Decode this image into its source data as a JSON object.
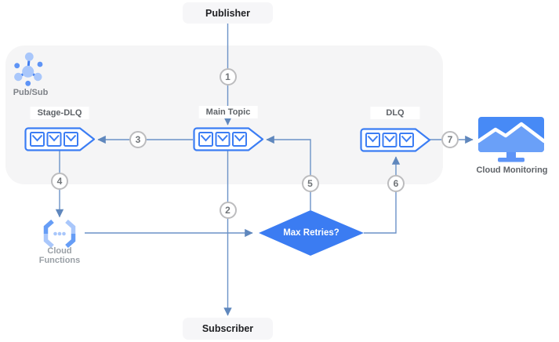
{
  "diagram": {
    "nodes": {
      "publisher": {
        "label": "Publisher"
      },
      "subscriber": {
        "label": "Subscriber"
      },
      "pubsub": {
        "label": "Pub/Sub"
      },
      "stage_dlq": {
        "label": "Stage-DLQ"
      },
      "main_topic": {
        "label": "Main Topic"
      },
      "dlq": {
        "label": "DLQ"
      },
      "cloud_functions": {
        "label_line1": "Cloud",
        "label_line2": "Functions"
      },
      "cloud_monitoring": {
        "label": "Cloud Monitoring"
      },
      "decision": {
        "label": "Max Retries?"
      }
    },
    "steps": [
      "1",
      "2",
      "3",
      "4",
      "5",
      "6",
      "7"
    ],
    "colors": {
      "queue_blue": "#3b7df4",
      "diamond_blue": "#3b7cf2",
      "light_blue": "#a9c7fb",
      "mid_blue": "#669df6",
      "monitor_blue": "#478af6",
      "monitor_light": "#6aa0f8",
      "line_blue": "#6b92c7",
      "panel_gray": "#f5f5f6",
      "label_gray": "#5f6368",
      "circle_border": "#bcbcbe",
      "circle_text": "#707478"
    }
  }
}
